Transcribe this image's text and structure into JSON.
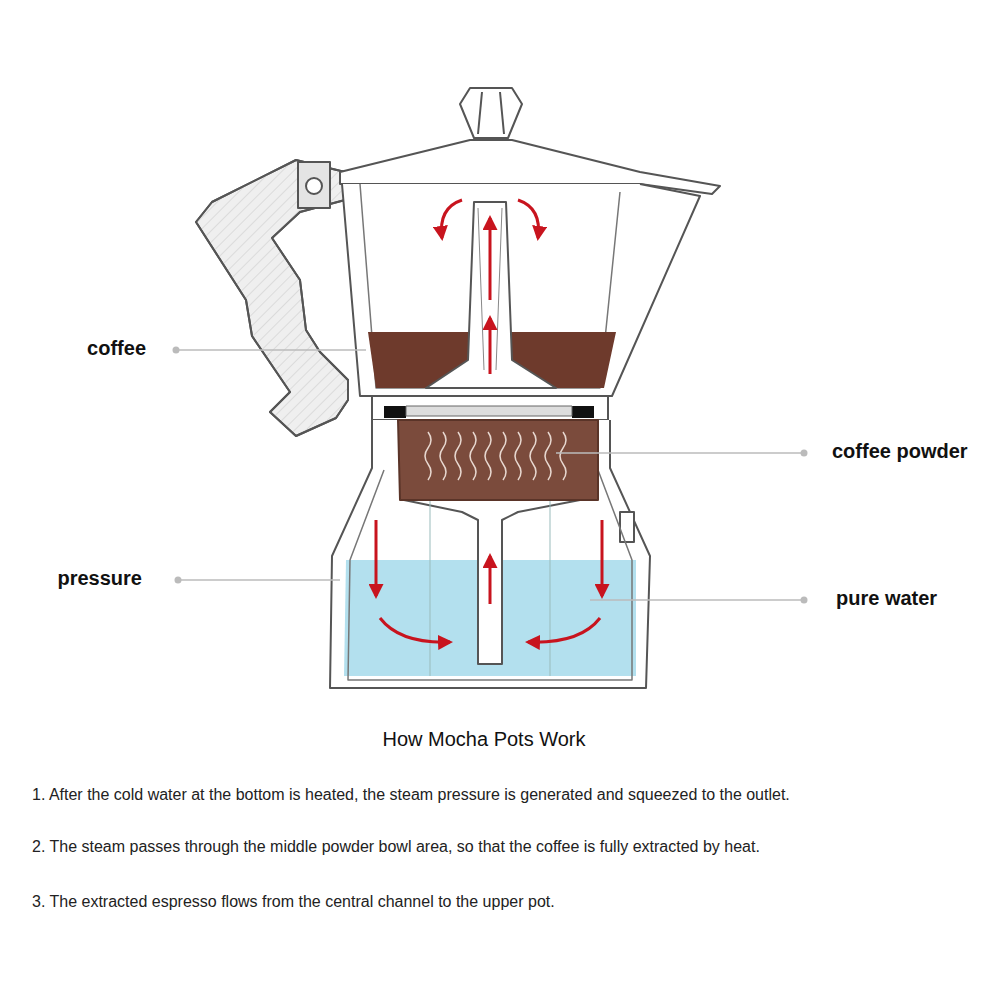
{
  "diagram": {
    "title": "How Mocha Pots Work",
    "labels": [
      "coffee",
      "coffee powder",
      "pressure",
      "pure water",
      "1. After the cold water at the bottom is heated, the steam pressure is generated and squeezed to the outlet.",
      "2. The steam passes through the middle powder bowl area, so that the coffee is fully extracted by heat.",
      "3. The extracted espresso flows from the central channel to the upper pot."
    ]
  }
}
